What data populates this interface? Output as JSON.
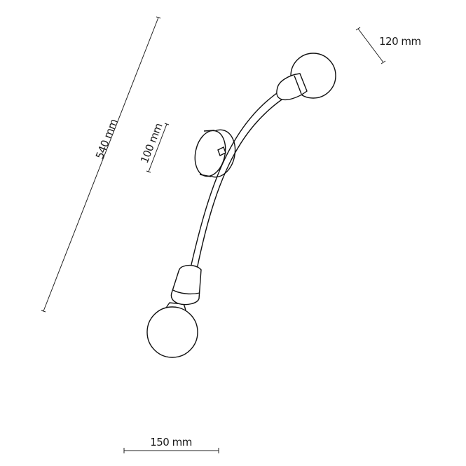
{
  "dimensions": {
    "total_length": "540 mm",
    "arm_offset": "100 mm",
    "shade_diameter": "120 mm",
    "projection": "150 mm"
  },
  "colors": {
    "line": "#111111",
    "background": "#ffffff"
  }
}
